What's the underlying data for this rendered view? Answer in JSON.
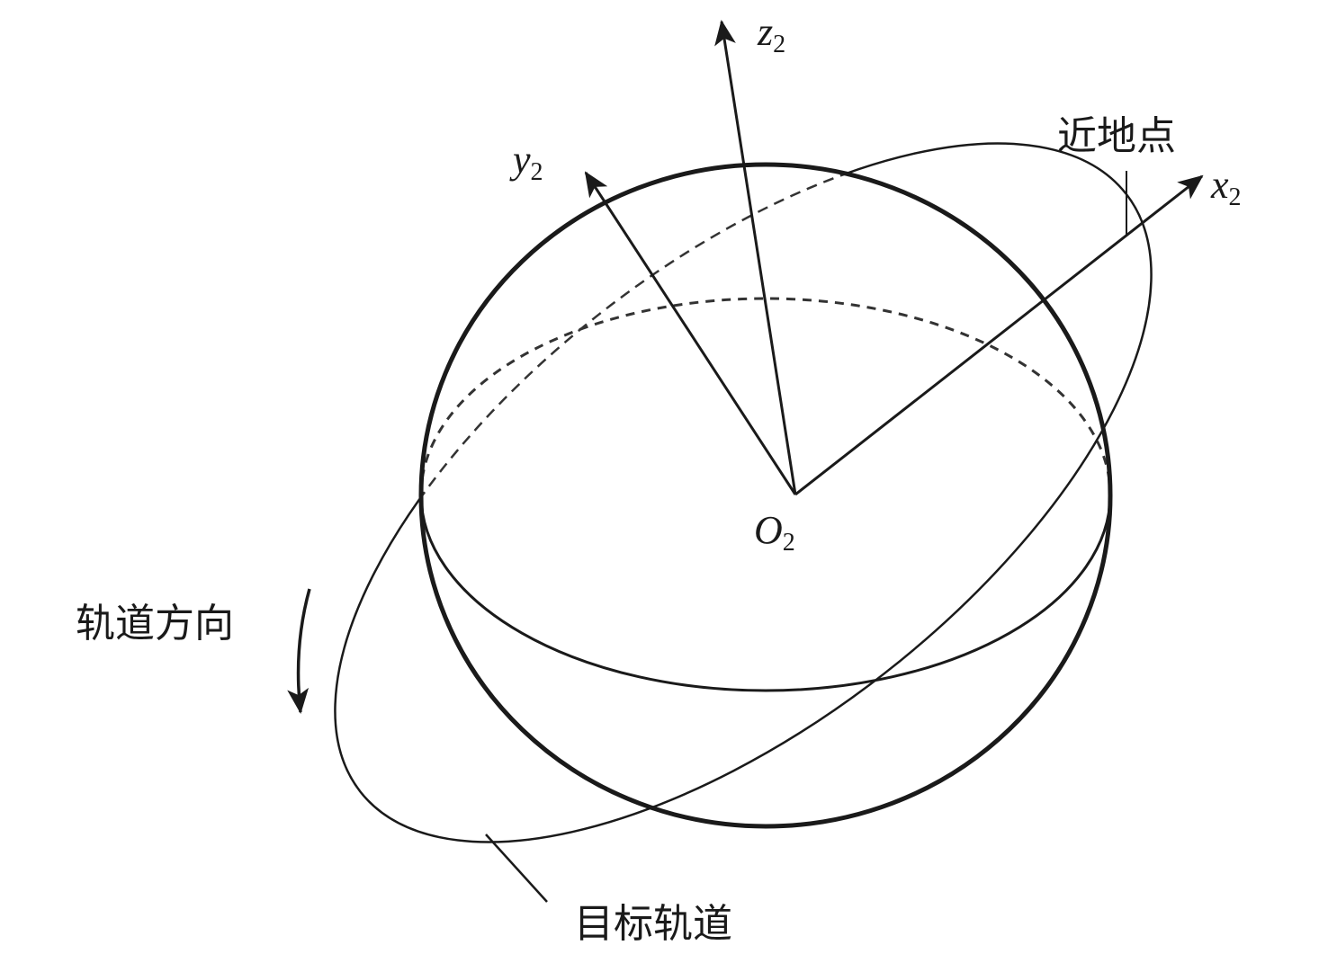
{
  "diagram": {
    "axes": {
      "x": {
        "base": "x",
        "sub": "2"
      },
      "y": {
        "base": "y",
        "sub": "2"
      },
      "z": {
        "base": "z",
        "sub": "2"
      },
      "origin": {
        "base": "O",
        "sub": "2"
      }
    },
    "labels": {
      "perigee": "近地点",
      "orbit_direction": "轨道方向",
      "target_orbit": "目标轨道"
    },
    "colors": {
      "stroke": "#1a1a1a",
      "background": "#ffffff"
    }
  }
}
